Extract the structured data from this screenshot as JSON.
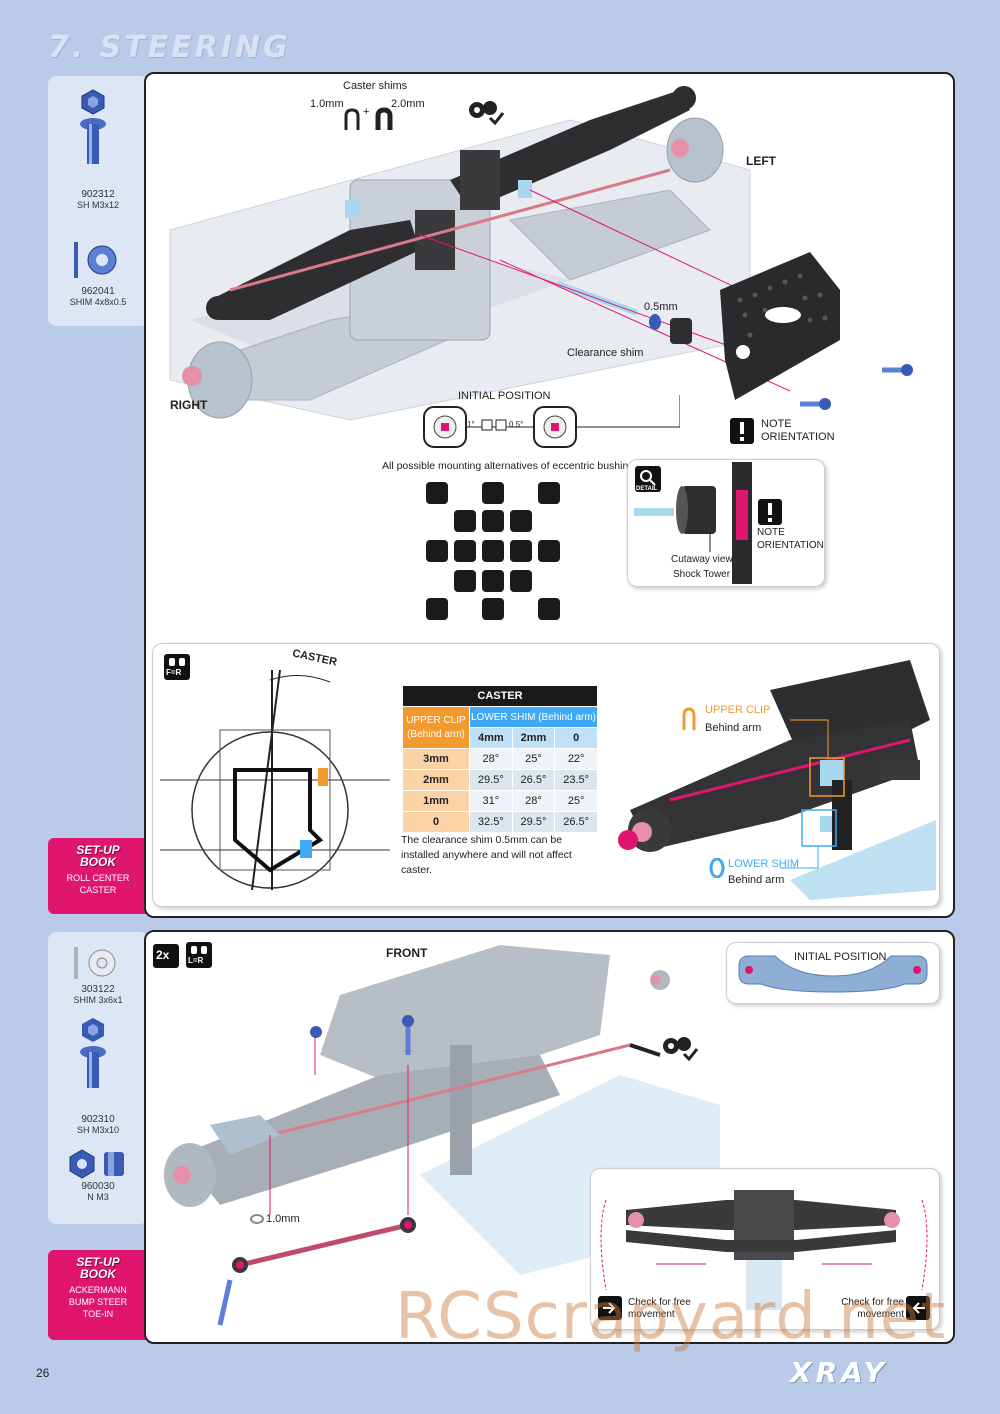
{
  "header": {
    "title": "7. STEERING"
  },
  "parts_top": [
    {
      "code": "902312",
      "desc": "SH M3x12"
    },
    {
      "code": "962041",
      "desc": "SHIM 4x8x0.5"
    }
  ],
  "parts_bottom": [
    {
      "code": "303122",
      "desc": "SHIM 3x6x1"
    },
    {
      "code": "902310",
      "desc": "SH M3x10"
    },
    {
      "code": "960030",
      "desc": "N M3"
    }
  ],
  "setup_top": {
    "title_1": "SET-UP",
    "title_2": "BOOK",
    "line_1": "ROLL CENTER",
    "line_2": "CASTER"
  },
  "setup_bottom": {
    "title_1": "SET-UP",
    "title_2": "BOOK",
    "line_1": "ACKERMANN",
    "line_2": "BUMP STEER",
    "line_3": "TOE-IN"
  },
  "step1": {
    "caster_shims": "Caster shims",
    "shim_1": "1.0mm",
    "shim_plus": "+",
    "shim_2": "2.0mm",
    "left": "LEFT",
    "right": "RIGHT",
    "shim_05": "0.5mm",
    "clearance_shim": "Clearance shim",
    "initial_position": "INITIAL POSITION",
    "init_1": "1°",
    "init_05": "0.5°",
    "alternatives": "All possible mounting alternatives of eccentric bushings",
    "note_orientation_1": "NOTE",
    "note_orientation_2": "ORIENTATION",
    "detail": "DETAIL",
    "cutaway_1": "Cutaway view",
    "cutaway_2": "Shock Tower"
  },
  "caster_box": {
    "fr": "F=R",
    "caster_label": "CASTER",
    "table_title": "CASTER",
    "upper_clip": "UPPER CLIP",
    "behind_arm": "(Behind arm)",
    "lower_shim": "LOWER SHIM (Behind arm)",
    "cols": [
      "4mm",
      "2mm",
      "0"
    ],
    "rows": [
      {
        "clip": "3mm",
        "vals": [
          "28°",
          "25°",
          "22°"
        ]
      },
      {
        "clip": "2mm",
        "vals": [
          "29.5°",
          "26.5°",
          "23.5°"
        ]
      },
      {
        "clip": "1mm",
        "vals": [
          "31°",
          "28°",
          "25°"
        ]
      },
      {
        "clip": "0",
        "vals": [
          "32.5°",
          "29.5°",
          "26.5°"
        ]
      }
    ],
    "note": "The clearance shim 0.5mm can be installed anywhere and will not affect caster.",
    "upper_clip_label": "UPPER CLIP",
    "upper_clip_sub": "Behind arm",
    "lower_shim_label": "LOWER SHIM",
    "lower_shim_sub": "Behind arm"
  },
  "step2": {
    "qty": "2x",
    "lr": "L=R",
    "front": "FRONT",
    "shim_10": "1.0mm",
    "initial_position": "INITIAL POSITION",
    "check_1": "Check for free movement",
    "check_2": "Check for free movement"
  },
  "footer": {
    "page": "26",
    "brand": "XRAY",
    "watermark": "RCScrapyard.net"
  },
  "colors": {
    "accent": "#e0156f",
    "background": "#b9cbe9",
    "orange": "#f39a2e",
    "blue": "#3fa9f5"
  }
}
